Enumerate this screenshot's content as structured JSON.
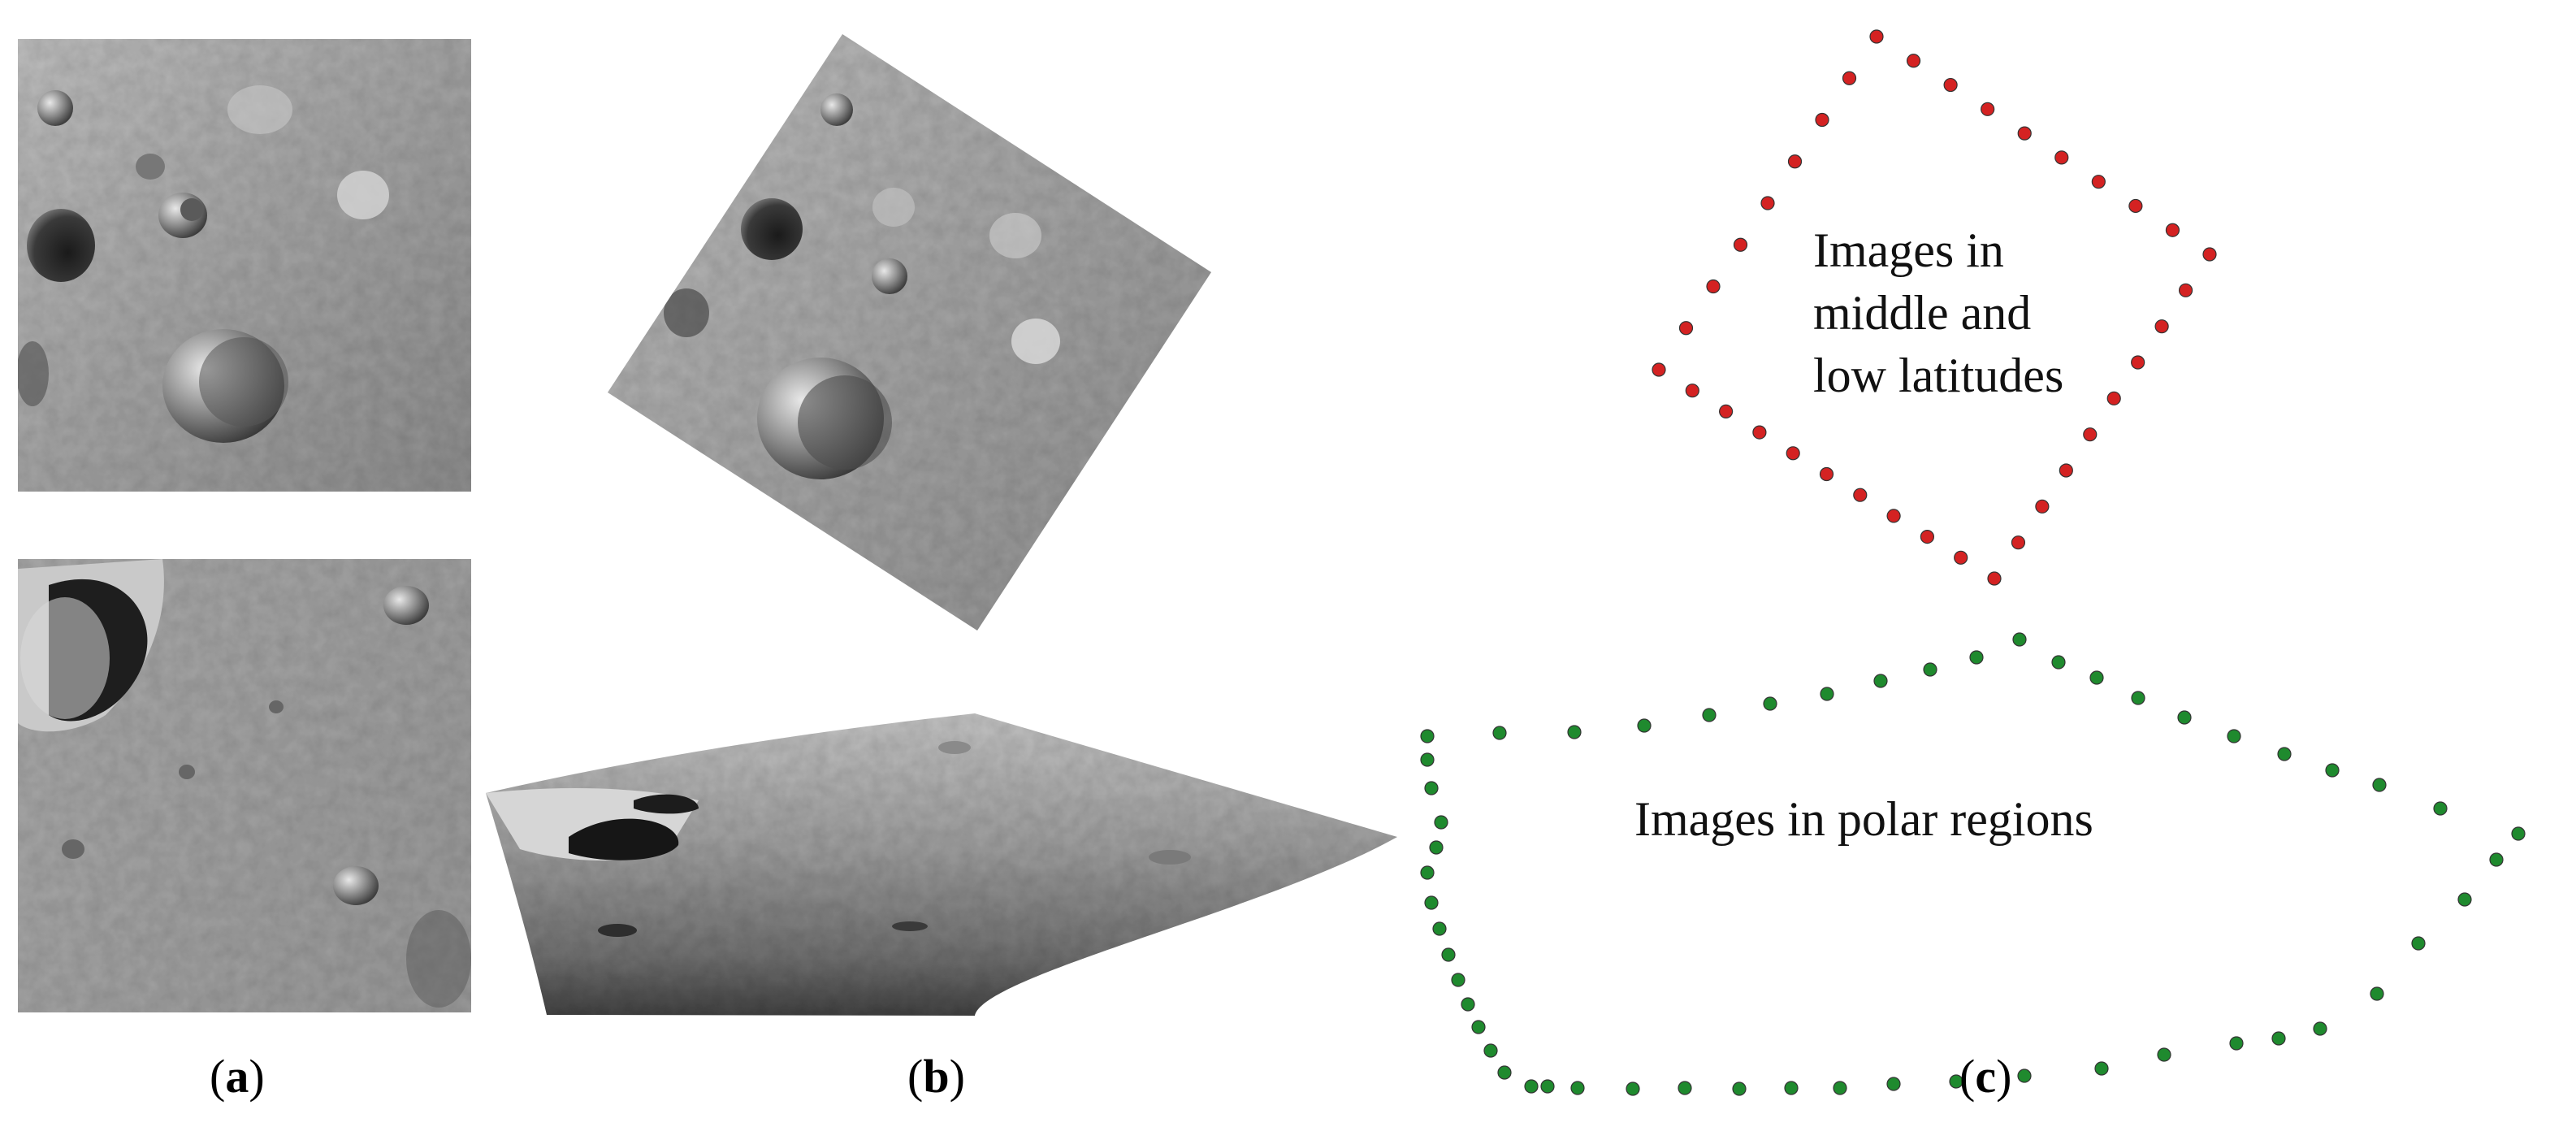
{
  "panels": [
    {
      "id": "a",
      "label_open": "(",
      "label_letter": "a",
      "label_close": ")"
    },
    {
      "id": "b",
      "label_open": "(",
      "label_letter": "b",
      "label_close": ")"
    },
    {
      "id": "c",
      "label_open": "(",
      "label_letter": "c",
      "label_close": ")"
    }
  ],
  "annotations": {
    "mid_low_line1": "Images in",
    "mid_low_line2": "middle and",
    "mid_low_line3": "low latitudes",
    "polar": "Images in polar regions"
  },
  "colors": {
    "mid_low_points": "#d42222",
    "polar_points": "#1f8a2e",
    "surface_light": "#b8b8b8",
    "surface_mid": "#8e8e8e",
    "surface_dark": "#3c3c3c"
  },
  "images": {
    "a_top": "image-a-top",
    "a_bottom": "image-a-bottom",
    "b_top": "image-b-top",
    "b_bottom": "image-b-bottom"
  }
}
